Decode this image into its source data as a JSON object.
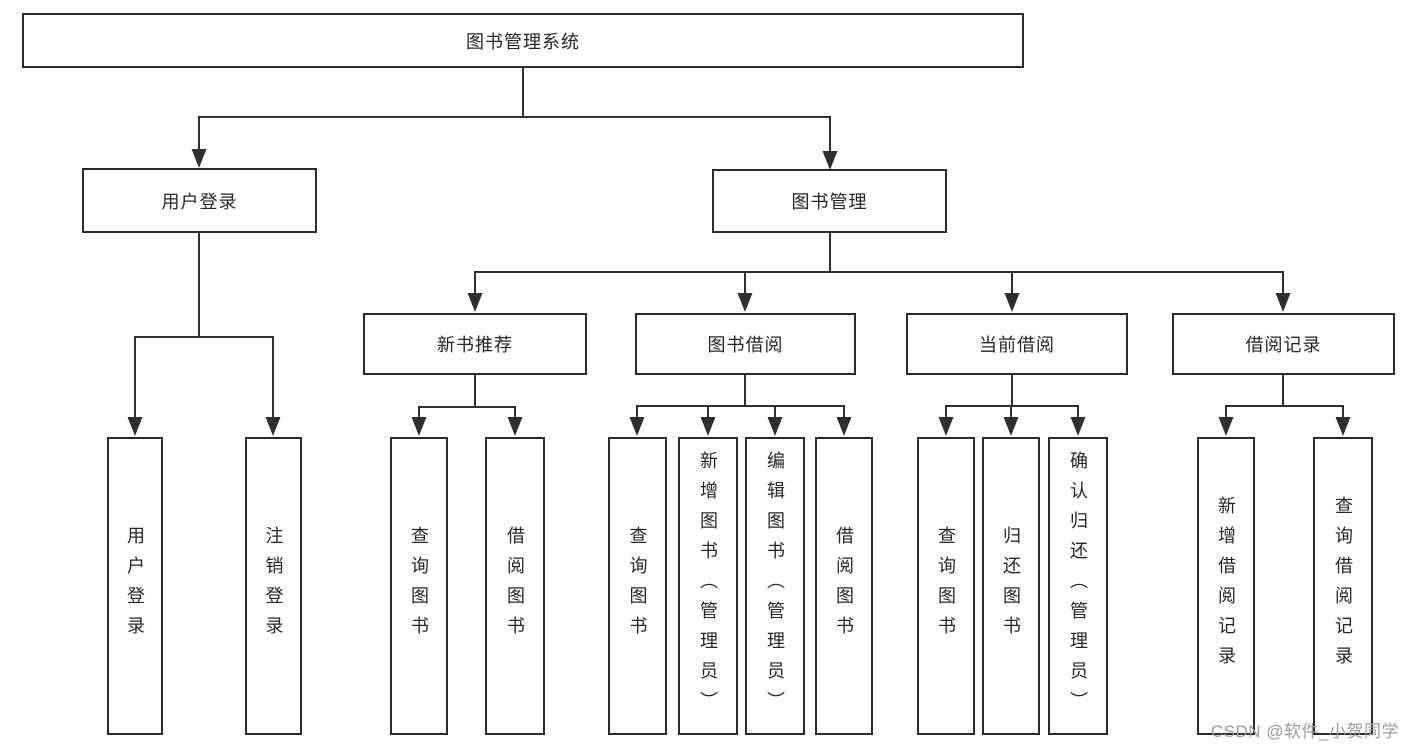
{
  "tree": {
    "label": "图书管理系统",
    "children": [
      {
        "label": "用户登录",
        "children": [
          {
            "label": "用户登录"
          },
          {
            "label": "注销登录"
          }
        ]
      },
      {
        "label": "图书管理",
        "children": [
          {
            "label": "新书推荐",
            "children": [
              {
                "label": "查询图书"
              },
              {
                "label": "借阅图书"
              }
            ]
          },
          {
            "label": "图书借阅",
            "children": [
              {
                "label": "查询图书"
              },
              {
                "label": "新增图书（管理员）"
              },
              {
                "label": "编辑图书（管理员）"
              },
              {
                "label": "借阅图书"
              }
            ]
          },
          {
            "label": "当前借阅",
            "children": [
              {
                "label": "查询图书"
              },
              {
                "label": "归还图书"
              },
              {
                "label": "确认归还（管理员）"
              }
            ]
          },
          {
            "label": "借阅记录",
            "children": [
              {
                "label": "新增借阅记录"
              },
              {
                "label": "查询借阅记录"
              }
            ]
          }
        ]
      }
    ]
  },
  "watermark": "CSDN @软件_小贺同学",
  "colors": {
    "background": "#ffffff",
    "box_border": "#2b2b2b",
    "line": "#2f2f2f",
    "text": "#262626",
    "watermark": "#9b9b9b"
  }
}
